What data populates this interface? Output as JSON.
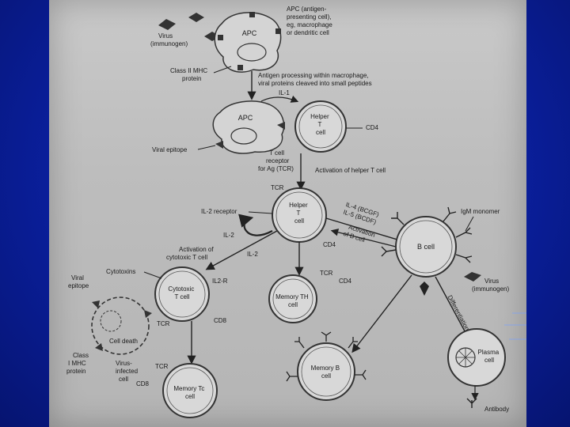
{
  "labels": {
    "virus_top": [
      "Virus",
      "(immunogen)"
    ],
    "apc_top_name": "APC",
    "apc_desc": [
      "APC (antigen-",
      "presenting cell),",
      "eg, macrophage",
      "or dendritic cell"
    ],
    "class2_mhc": [
      "Class II MHC",
      "protein"
    ],
    "antigen_processing": [
      "Antigen processing within macrophage,",
      "viral proteins cleaved into small peptides"
    ],
    "il1": "IL-1",
    "apc_mid_name": "APC",
    "helper_t_mid": [
      "Helper",
      "T",
      "cell"
    ],
    "cd4_mid": "CD4",
    "viral_epitope_mid": "Viral epitope",
    "tcr_receptor": [
      "T cell",
      "receptor",
      "for Ag (TCR)"
    ],
    "activation_helper": "Activation of helper T cell",
    "tcr_helper": "TCR",
    "helper_t_center": [
      "Helper",
      "T",
      "cell"
    ],
    "il2_receptor": "IL-2 receptor",
    "il2_left": "IL-2",
    "cd4_center": "CD4",
    "il4_il5": [
      "IL-4 (BCGF)",
      "IL-5 (BCDF)"
    ],
    "activation_b": [
      "Activation",
      "of B cell"
    ],
    "igm_monomer": "IgM monomer",
    "b_cell": "B cell",
    "virus_right": [
      "Virus",
      "(immunogen)"
    ],
    "differentiation": "Differentiation",
    "activation_cytotoxic": [
      "Activation of",
      "cytotoxic T cell"
    ],
    "il2_lower": "IL-2",
    "cytotoxins": "Cytotoxins",
    "viral_epitope_left": [
      "Viral",
      "epitope"
    ],
    "cytotoxic_t": [
      "Cytotoxic",
      "T cell"
    ],
    "il2r": "IL2-R",
    "tcr_cyto": "TCR",
    "cd8_cyto": "CD8",
    "tcr_memory_th": "TCR",
    "cd4_memory": "CD4",
    "memory_th": [
      "Memory TH",
      "cell"
    ],
    "cell_death": "Cell death",
    "class1_mhc": [
      "Class",
      "I MHC",
      "protein"
    ],
    "virus_infected": [
      "Virus-",
      "infected",
      "cell"
    ],
    "tcr_memory_tc": "TCR",
    "cd8_memory": "CD8",
    "memory_tc": [
      "Memory Tc",
      "cell"
    ],
    "memory_b": [
      "Memory B",
      "cell"
    ],
    "plasma_cell": [
      "Plasma",
      "cell"
    ],
    "antibody": "Antibody"
  }
}
